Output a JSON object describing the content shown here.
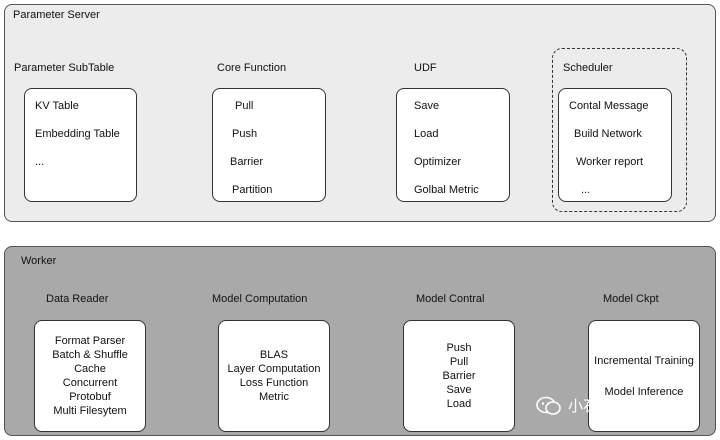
{
  "parameter_server": {
    "title": "Parameter Server",
    "sections": [
      {
        "title": "Parameter SubTable",
        "items": [
          "KV Table",
          "Embedding Table",
          "..."
        ]
      },
      {
        "title": "Core Function",
        "items": [
          "Pull",
          "Push",
          "Barrier",
          "Partition"
        ]
      },
      {
        "title": "UDF",
        "items": [
          "Save",
          "Load",
          "Optimizer",
          "Golbal Metric"
        ]
      },
      {
        "title": "Scheduler",
        "items": [
          "Contal Message",
          "Build Network",
          "Worker report",
          "..."
        ]
      }
    ]
  },
  "worker": {
    "title": "Worker",
    "sections": [
      {
        "title": "Data Reader",
        "items": [
          "Format Parser",
          "Batch & Shuffle",
          "Cache",
          "Concurrent",
          "Protobuf",
          "Multi Filesytem"
        ]
      },
      {
        "title": "Model Computation",
        "items": [
          "BLAS",
          "Layer Computation",
          "Loss Function",
          "Metric"
        ]
      },
      {
        "title": "Model Contral",
        "items": [
          "Push",
          "Pull",
          "Barrier",
          "Save",
          "Load"
        ]
      },
      {
        "title": "Model Ckpt",
        "items": [
          "Incremental Training",
          "Model Inference"
        ]
      }
    ]
  },
  "watermark": {
    "text": "小石头的码疯窝",
    "icon": "wechat-icon"
  }
}
